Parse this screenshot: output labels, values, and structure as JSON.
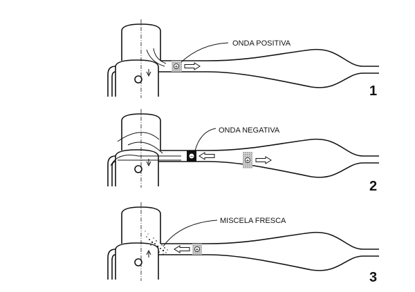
{
  "panels": [
    {
      "number": "1",
      "label": "ONDA POSITIVA",
      "piston": "down"
    },
    {
      "number": "2",
      "label": "ONDA NEGATIVA",
      "piston": "down"
    },
    {
      "number": "3",
      "label": "MISCELA FRESCA",
      "piston": "up"
    }
  ],
  "wave_signs": {
    "positive": "+",
    "negative": "−"
  },
  "colors": {
    "line": "#111111",
    "shade": "#bdbdbd",
    "background": "#ffffff"
  }
}
